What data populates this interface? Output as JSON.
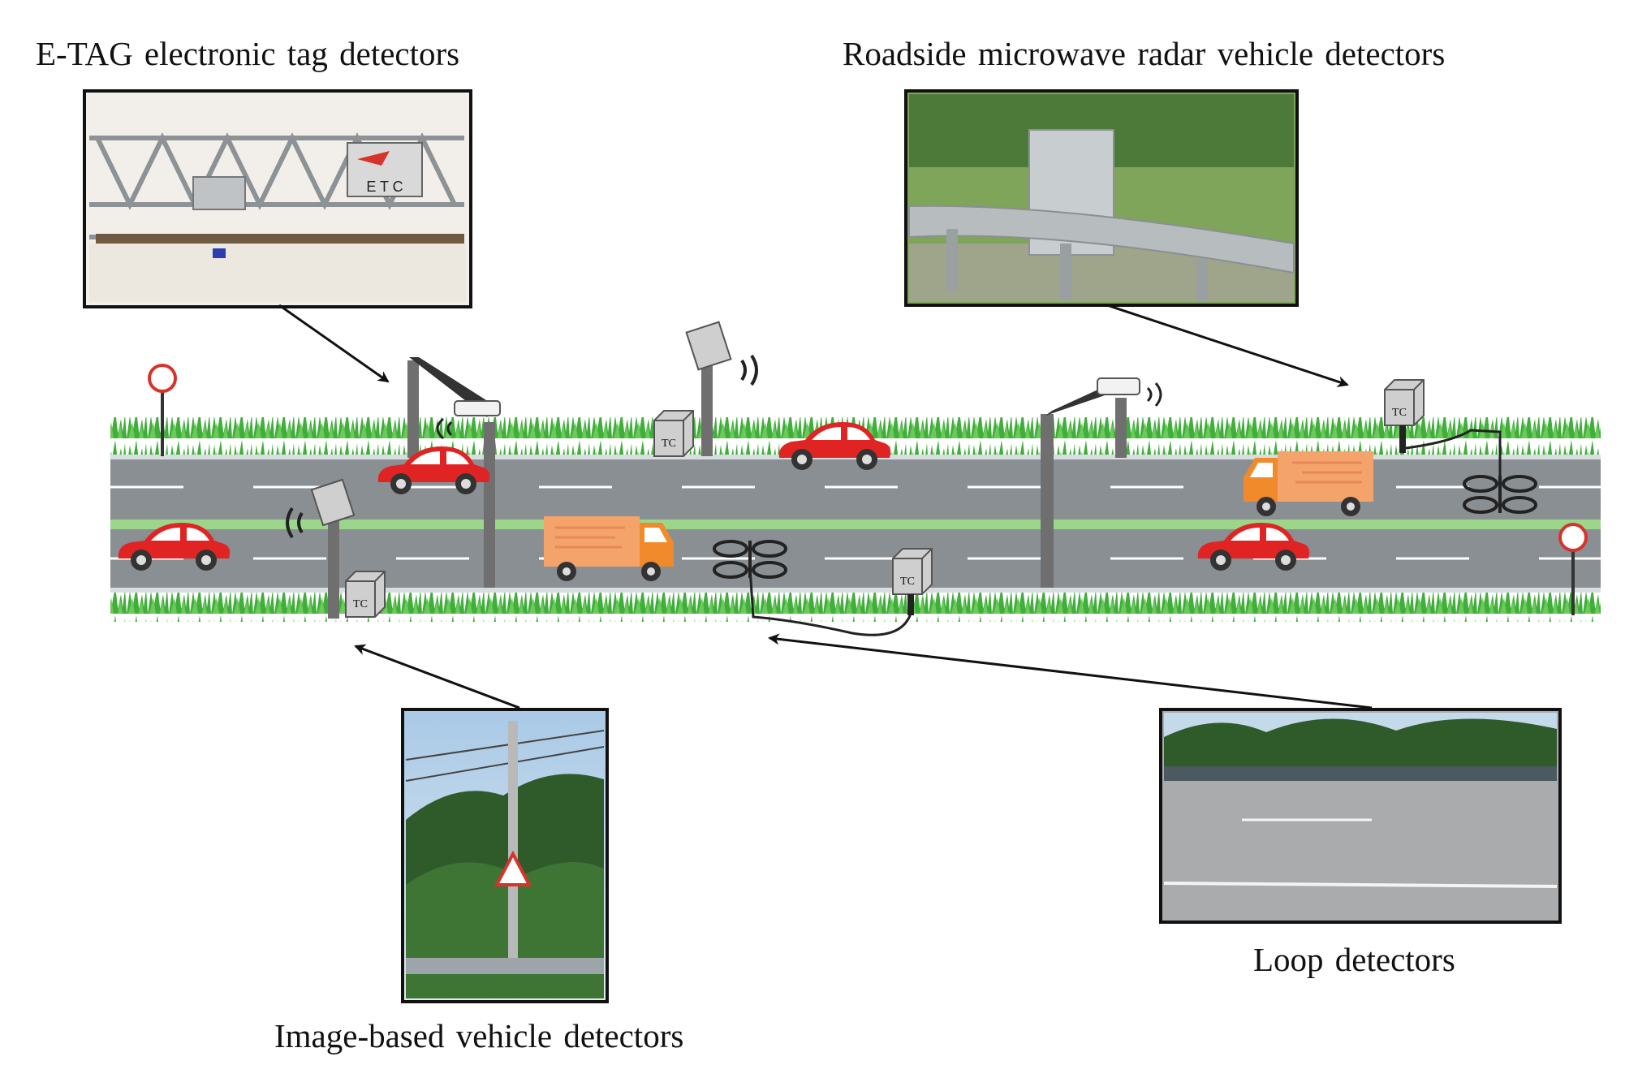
{
  "labels": {
    "etag": "E-TAG electronic tag detectors",
    "radar": "Roadside microwave radar vehicle detectors",
    "image_based": "Image-based vehicle detectors",
    "loop": "Loop detectors"
  },
  "etc_gantry_text": "E T C",
  "controller_text": "TC",
  "colors": {
    "road": "#8a8f93",
    "road_edge": "#d8dee0",
    "grass": "#3fae3a",
    "car": "#e02424",
    "truck": "#f4a46a",
    "pole": "#6f6f6f"
  }
}
